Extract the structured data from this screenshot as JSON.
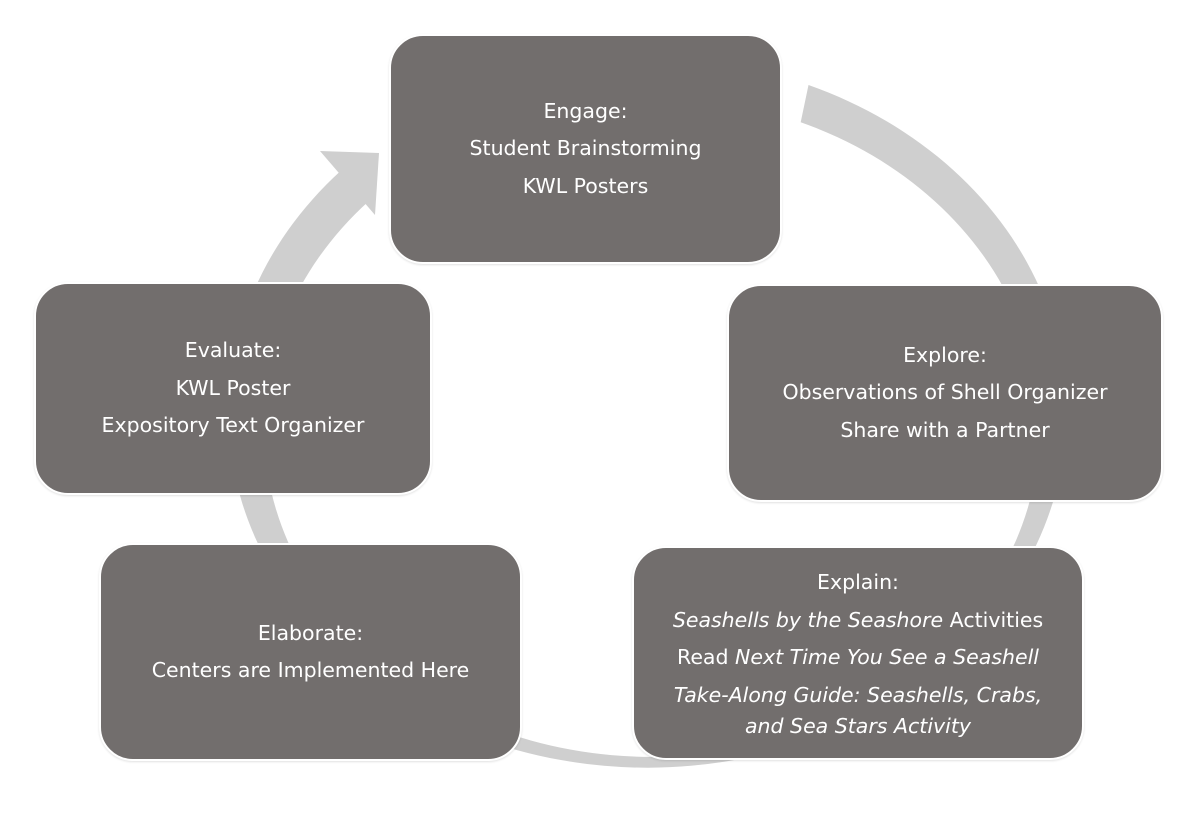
{
  "colors": {
    "node_fill": "#726e6d",
    "node_text": "#ffffff",
    "ring": "#cfcfcf",
    "background": "#ffffff"
  },
  "nodes": {
    "engage": {
      "title": "Engage:",
      "line1": "Student Brainstorming",
      "line2": "KWL Posters"
    },
    "explore": {
      "title": "Explore:",
      "line1": "Observations of Shell Organizer",
      "line2": "Share with a Partner"
    },
    "explain": {
      "title": "Explain:",
      "line1_italic": "Seashells by the Seashore",
      "line1_rest": " Activities",
      "line2_prefix": "Read ",
      "line2_italic": "Next Time You See a Seashell",
      "line3": "Take-Along Guide: Seashells, Crabs, and Sea Stars  Activity"
    },
    "elaborate": {
      "title": "Elaborate:",
      "line1": "Centers are Implemented Here"
    },
    "evaluate": {
      "title": "Evaluate:",
      "line1": "KWL Poster",
      "line2": "Expository Text Organizer"
    }
  }
}
